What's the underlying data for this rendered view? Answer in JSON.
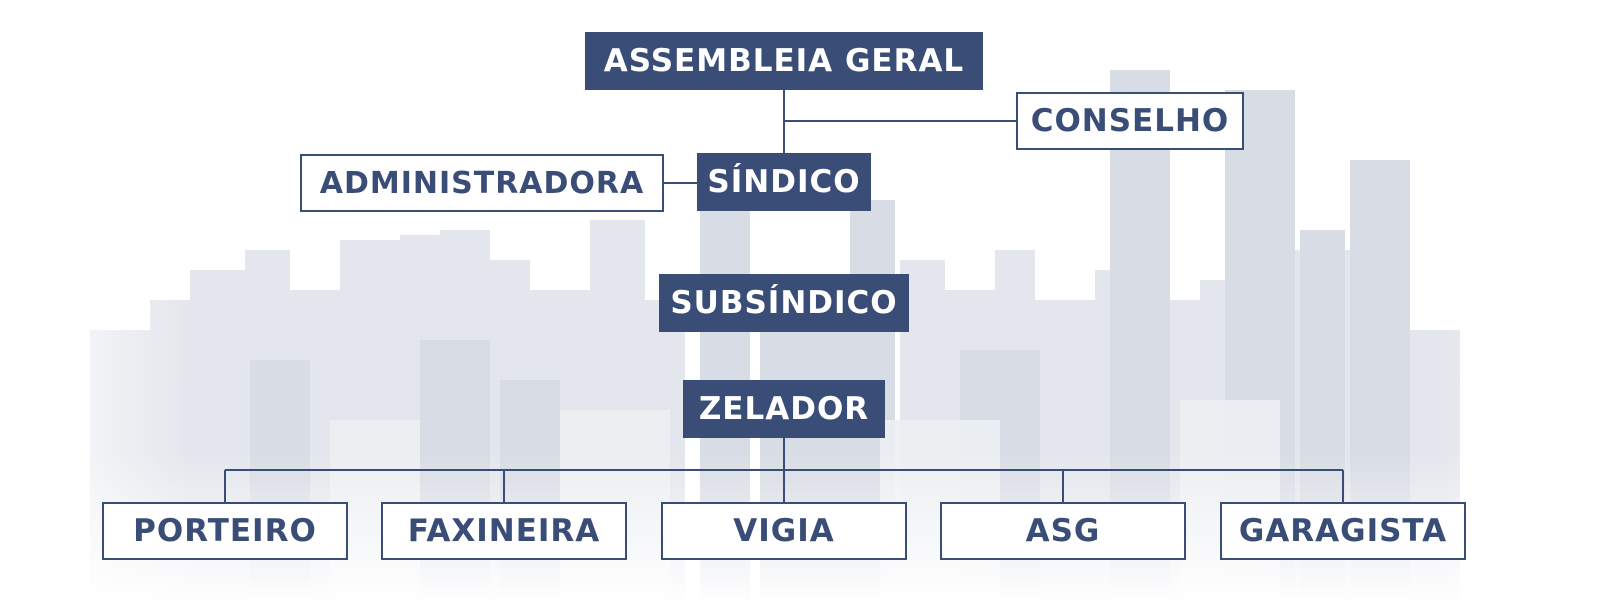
{
  "colors": {
    "primary": "#394d77",
    "box_text_light": "#ffffff",
    "background": "#ffffff"
  },
  "chart": {
    "root": "ASSEMBLEIA GERAL",
    "conselho": "CONSELHO",
    "administradora": "ADMINISTRADORA",
    "sindico": "SÍNDICO",
    "subsindico": "SUBSÍNDICO",
    "zelador": "ZELADOR",
    "staff": [
      "PORTEIRO",
      "FAXINEIRA",
      "VIGIA",
      "ASG",
      "GARAGISTA"
    ]
  }
}
